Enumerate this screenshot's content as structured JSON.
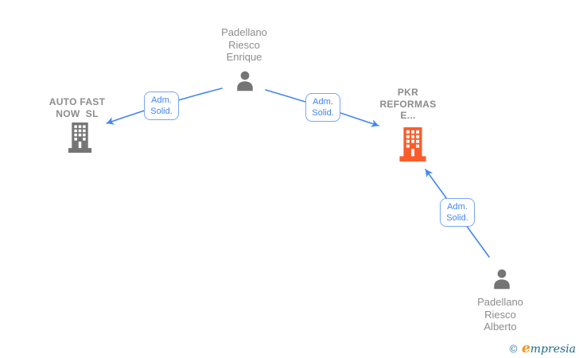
{
  "diagram": {
    "background": "#ffffff",
    "nodes": [
      {
        "id": "person-enrique",
        "type": "person",
        "label_lines": [
          "Padellano",
          "Riesco",
          "Enrique"
        ]
      },
      {
        "id": "company-autofast",
        "type": "company",
        "label_lines": [
          "AUTO FAST",
          "NOW  SL"
        ]
      },
      {
        "id": "company-pkr",
        "type": "company",
        "label_lines": [
          "PKR",
          "REFORMAS",
          "E..."
        ],
        "highlighted": true
      },
      {
        "id": "person-alberto",
        "type": "person",
        "label_lines": [
          "Padellano",
          "Riesco",
          "Alberto"
        ]
      }
    ],
    "edges": [
      {
        "from": "person-enrique",
        "to": "company-autofast",
        "label_lines": [
          "Adm.",
          "Solid."
        ]
      },
      {
        "from": "person-enrique",
        "to": "company-pkr",
        "label_lines": [
          "Adm.",
          "Solid."
        ]
      },
      {
        "from": "person-alberto",
        "to": "company-pkr",
        "label_lines": [
          "Adm.",
          "Solid."
        ]
      }
    ],
    "colors": {
      "edge_blue": "#4285f4",
      "edge_label_border": "#76a6f7",
      "edge_label_text": "#4285f4",
      "node_icon_gray": "#757575",
      "node_icon_highlight_orange": "#f95d2b",
      "node_text_gray": "#8d8d8d",
      "watermark_teal": "#1e6b86",
      "watermark_orange": "#f7941d"
    }
  },
  "footer": {
    "copyright_symbol": "©",
    "brand_first_letter": "e",
    "brand_rest": "mpresia"
  }
}
